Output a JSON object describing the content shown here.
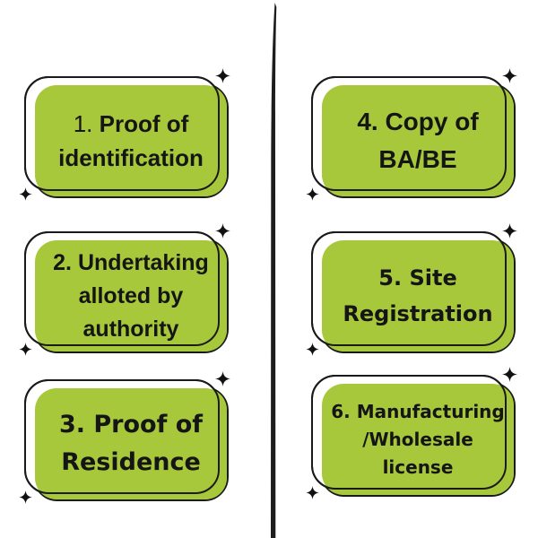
{
  "style": {
    "background": "#ffffff",
    "card_fill": "#a8c83c",
    "stroke": "#1a1a1a",
    "text_color": "#151515",
    "divider_color": "#1d1d1d",
    "sparkle_color": "#111111"
  },
  "cards": [
    {
      "number": "1.",
      "lines": [
        "Proof of",
        "identification"
      ]
    },
    {
      "number": "2.",
      "lines": [
        "Undertaking",
        "alloted by",
        "authority"
      ]
    },
    {
      "number": "3.",
      "lines": [
        "Proof of",
        "Residence"
      ]
    },
    {
      "number": "4.",
      "lines": [
        "Copy of",
        "BA/BE"
      ]
    },
    {
      "number": "5.",
      "lines": [
        "Site",
        "Registration"
      ]
    },
    {
      "number": "6.",
      "lines": [
        "Manufacturing",
        "/Wholesale",
        "license"
      ]
    }
  ]
}
